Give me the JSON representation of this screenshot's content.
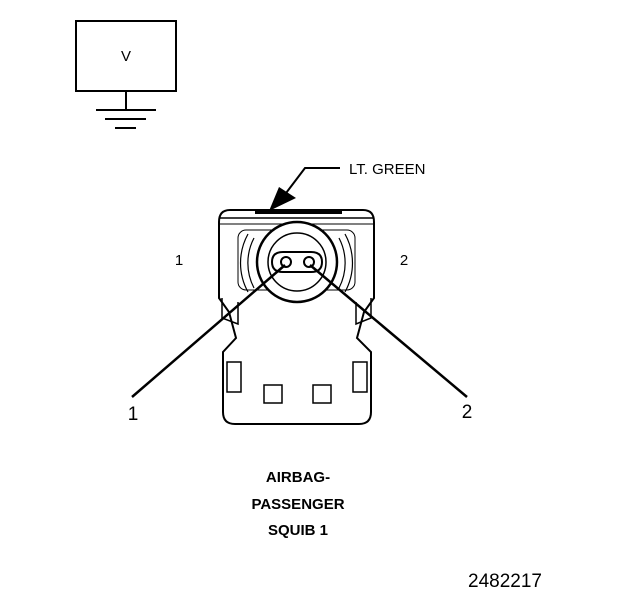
{
  "meter": {
    "label": "V"
  },
  "wire": {
    "color_label": "LT. GREEN"
  },
  "connector": {
    "cavity_left": "1",
    "cavity_right": "2",
    "pin_callout_1": "1",
    "pin_callout_2": "2"
  },
  "caption": {
    "line1": "AIRBAG-",
    "line2": "PASSENGER",
    "line3": "SQUIB 1"
  },
  "figure_number": "2482217"
}
